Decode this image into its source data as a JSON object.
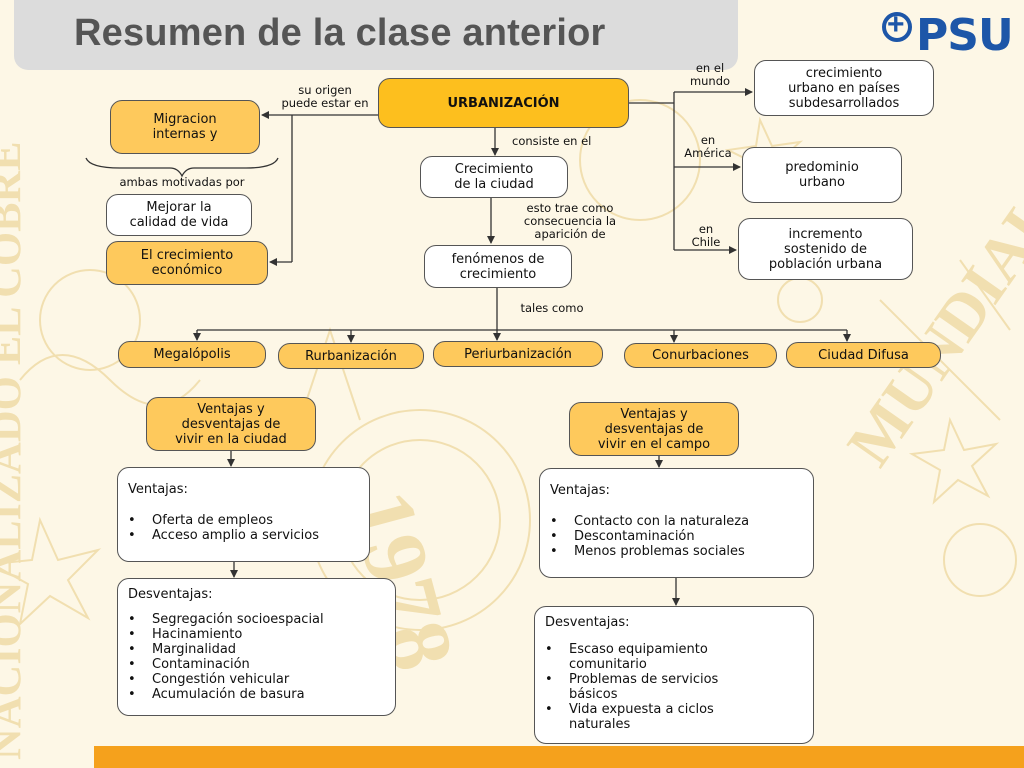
{
  "title": "Resumen de la clase anterior",
  "logo": {
    "text": "PSU",
    "plus": "+"
  },
  "colors": {
    "accent": "#fdbf1e",
    "box_yellow": "#fec95c",
    "bar": "#f5a11c",
    "logo_blue": "#1d56a8"
  },
  "nodes": {
    "urbanizacion": "URBANIZACIÓN",
    "migracion": "Migracion\ninternas y",
    "mejorar": "Mejorar la\ncalidad de vida",
    "crecimiento_economico": "El crecimiento\neconómico",
    "crecimiento_ciudad": "Crecimiento\nde la ciudad",
    "fenomenos": "fenómenos de\ncrecimiento",
    "mundo": "crecimiento\nurbano en países\nsubdesarrollados",
    "america": "predominio\nurbano",
    "chile": "incremento\nsostenido de\npoblación urbana",
    "megalopolis": "Megalópolis",
    "rurbanizacion": "Rurbanización",
    "periurbanizacion": "Periurbanización",
    "conurbaciones": "Conurbaciones",
    "ciudad_difusa": "Ciudad Difusa",
    "ventajas_ciudad": "Ventajas y\ndesventajas de\nvivir en la ciudad",
    "ventajas_campo": "Ventajas y\ndesventajas de\nvivir en el campo"
  },
  "labels": {
    "su_origen": "su origen\npuede estar en",
    "ambas": "ambas motivadas por",
    "consiste": "consiste en el",
    "esto_trae": "esto trae como\nconsecuencia la\naparición de",
    "tales_como": "tales como",
    "en_mundo": "en el\nmundo",
    "en_america": "en\nAmérica",
    "en_chile": "en\nChile"
  },
  "ciudad": {
    "ventajas_head": "Ventajas:",
    "ventajas": [
      "Oferta de empleos",
      "Acceso amplio a servicios"
    ],
    "desventajas_head": "Desventajas:",
    "desventajas": [
      "Segregación socioespacial",
      "Hacinamiento",
      "Marginalidad",
      "Contaminación",
      "Congestión vehicular",
      "Acumulación de basura"
    ]
  },
  "campo": {
    "ventajas_head": "Ventajas:",
    "ventajas": [
      "Contacto con la naturaleza",
      "Descontaminación",
      "Menos problemas sociales"
    ],
    "desventajas_head": "Desventajas:",
    "desventajas": [
      "Escaso equipamiento\ncomunitario",
      "Problemas de servicios\nbásicos",
      "Vida expuesta a ciclos\nnaturales"
    ]
  }
}
